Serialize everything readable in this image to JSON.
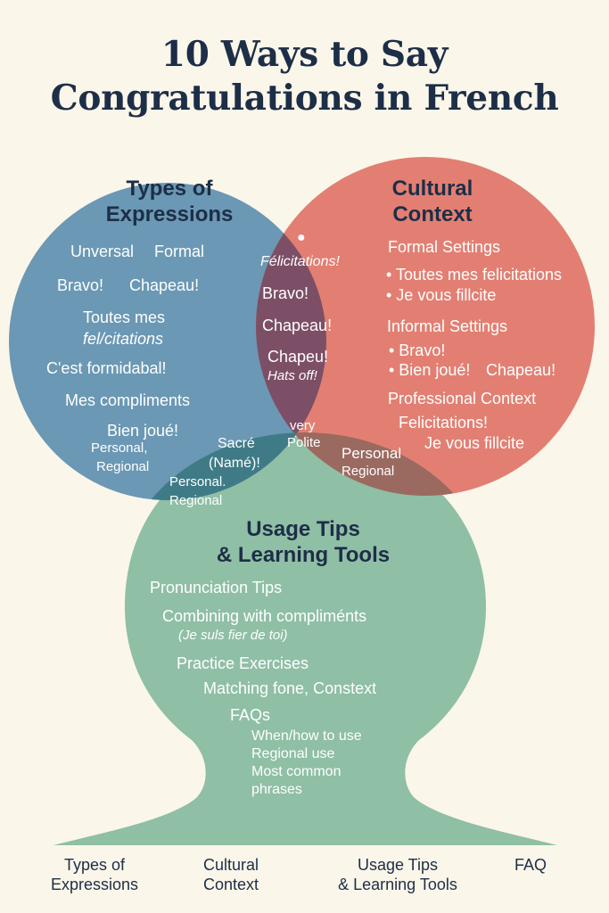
{
  "title": {
    "line1": "10 Ways to Say",
    "line2": "Congratulations in French"
  },
  "colors": {
    "background": "#fbf6ea",
    "blue_circle": "#6b98b4",
    "red_circle": "#e27f72",
    "green_tree": "#8fbfa5",
    "overlap_purple": "#7c4f66",
    "overlap_teal": "#3f7b86",
    "overlap_brown": "#9a6a61",
    "heading_text": "#1d2e47"
  },
  "expressions": {
    "heading_line1": "Types of",
    "heading_line2": "Expressions",
    "universal": "Unversal",
    "formal": "Formal",
    "bravo": "Bravo!",
    "chapeau": "Chapeau!",
    "toutes_line1": "Toutes mes",
    "toutes_line2": "fel/citations",
    "cest": "C'est formidabal!",
    "mes": "Mes compliments",
    "bien": "Bien joué!",
    "personal_line1": "Personal,",
    "personal_line2": "Regional"
  },
  "cultural": {
    "heading_line1": "Cultural",
    "heading_line2": "Context",
    "formal_settings": "Formal Settings",
    "formal_item1": "• Toutes mes felicitations",
    "formal_item2": "• Je vous fillcite",
    "informal_settings": "Informal Settings",
    "informal_item1": "• Bravo!",
    "informal_item2": "• Bien joué!",
    "informal_item3": "Chapeau!",
    "professional": "Professional Context",
    "professional_item1": "Felicitations!",
    "professional_item2": "Je vous fillcite"
  },
  "overlap": {
    "bullet": "●",
    "felicitations": "Félicitations!",
    "bravo": "Bravo!",
    "chapeau": "Chapeau!",
    "chapeu": "Chapeu!",
    "hats_off": "Hats off!",
    "sacre_line1": "Sacré",
    "sacre_line2": "(Namé)!",
    "very_line1": "very",
    "very_line2": "Polite",
    "right_personal_line1": "Personal",
    "right_personal_line2": "Regional",
    "left_personal_line1": "Personal.",
    "left_personal_line2": "Regional"
  },
  "usage": {
    "heading_line1": "Usage Tips",
    "heading_line2": "& Learning Tools",
    "pronunciation": "Pronunciation Tips",
    "combining": "Combining with compliménts",
    "combining_example": "(Je suls fier de toi)",
    "practice": "Practice Exercises",
    "matching": "Matching fone, Constext",
    "faqs": "FAQs",
    "faq_item1": "When/how to use",
    "faq_item2": "Regional use",
    "faq_item3": "Most common",
    "faq_item4": "phrases"
  },
  "footer": {
    "item1_line1": "Types of",
    "item1_line2": "Expressions",
    "item2_line1": "Cultural",
    "item2_line2": "Context",
    "item3_line1": "Usage Tips",
    "item3_line2": "& Learning Tools",
    "item4_line1": "FAQ"
  }
}
